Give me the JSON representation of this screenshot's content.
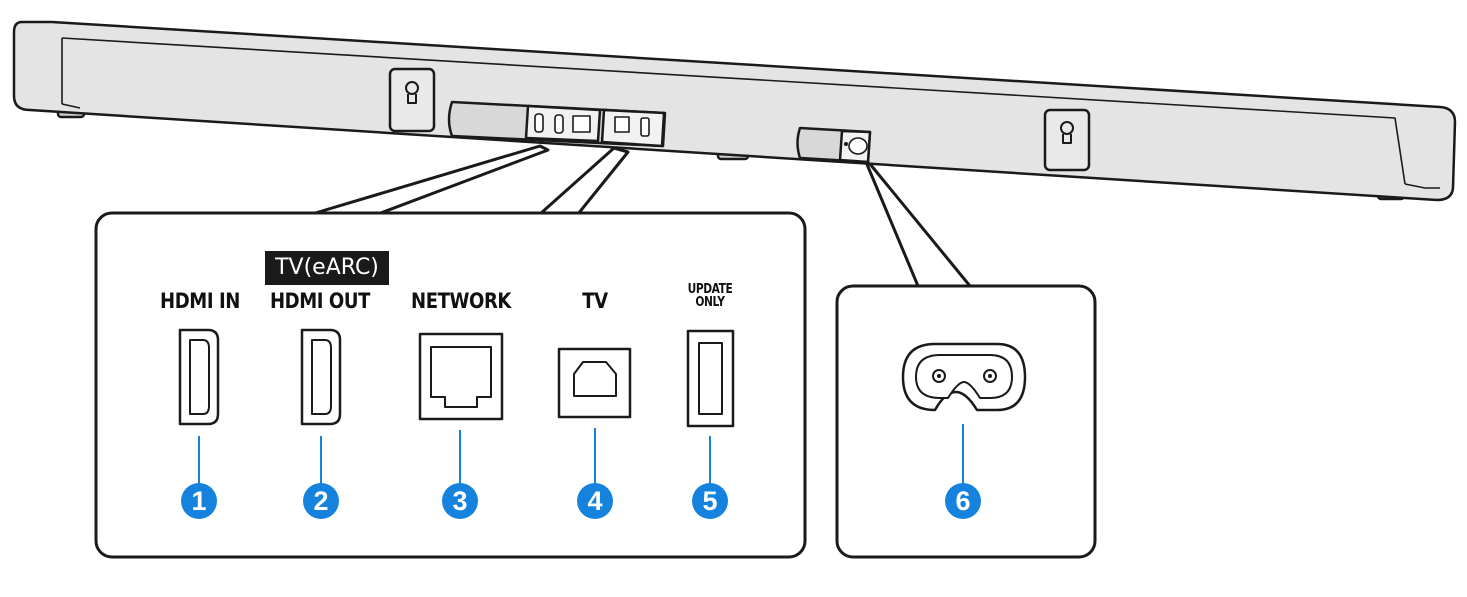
{
  "ports": [
    {
      "id": 1,
      "label": "HDMI IN",
      "icon": "hdmi-port-icon"
    },
    {
      "id": 2,
      "label": "HDMI OUT",
      "badge": "TV(eARC)",
      "icon": "hdmi-port-icon"
    },
    {
      "id": 3,
      "label": "NETWORK",
      "icon": "ethernet-port-icon"
    },
    {
      "id": 4,
      "label": "TV",
      "icon": "optical-port-icon"
    },
    {
      "id": 5,
      "label_line1": "UPDATE",
      "label_line2": "ONLY",
      "icon": "usb-port-icon"
    },
    {
      "id": 6,
      "icon": "power-inlet-icon"
    }
  ],
  "colors": {
    "callout": "#1583dd",
    "bar_fill": "#e4e4e4",
    "outline": "#1a1a1a",
    "badge_bg": "#1a1a1a"
  }
}
